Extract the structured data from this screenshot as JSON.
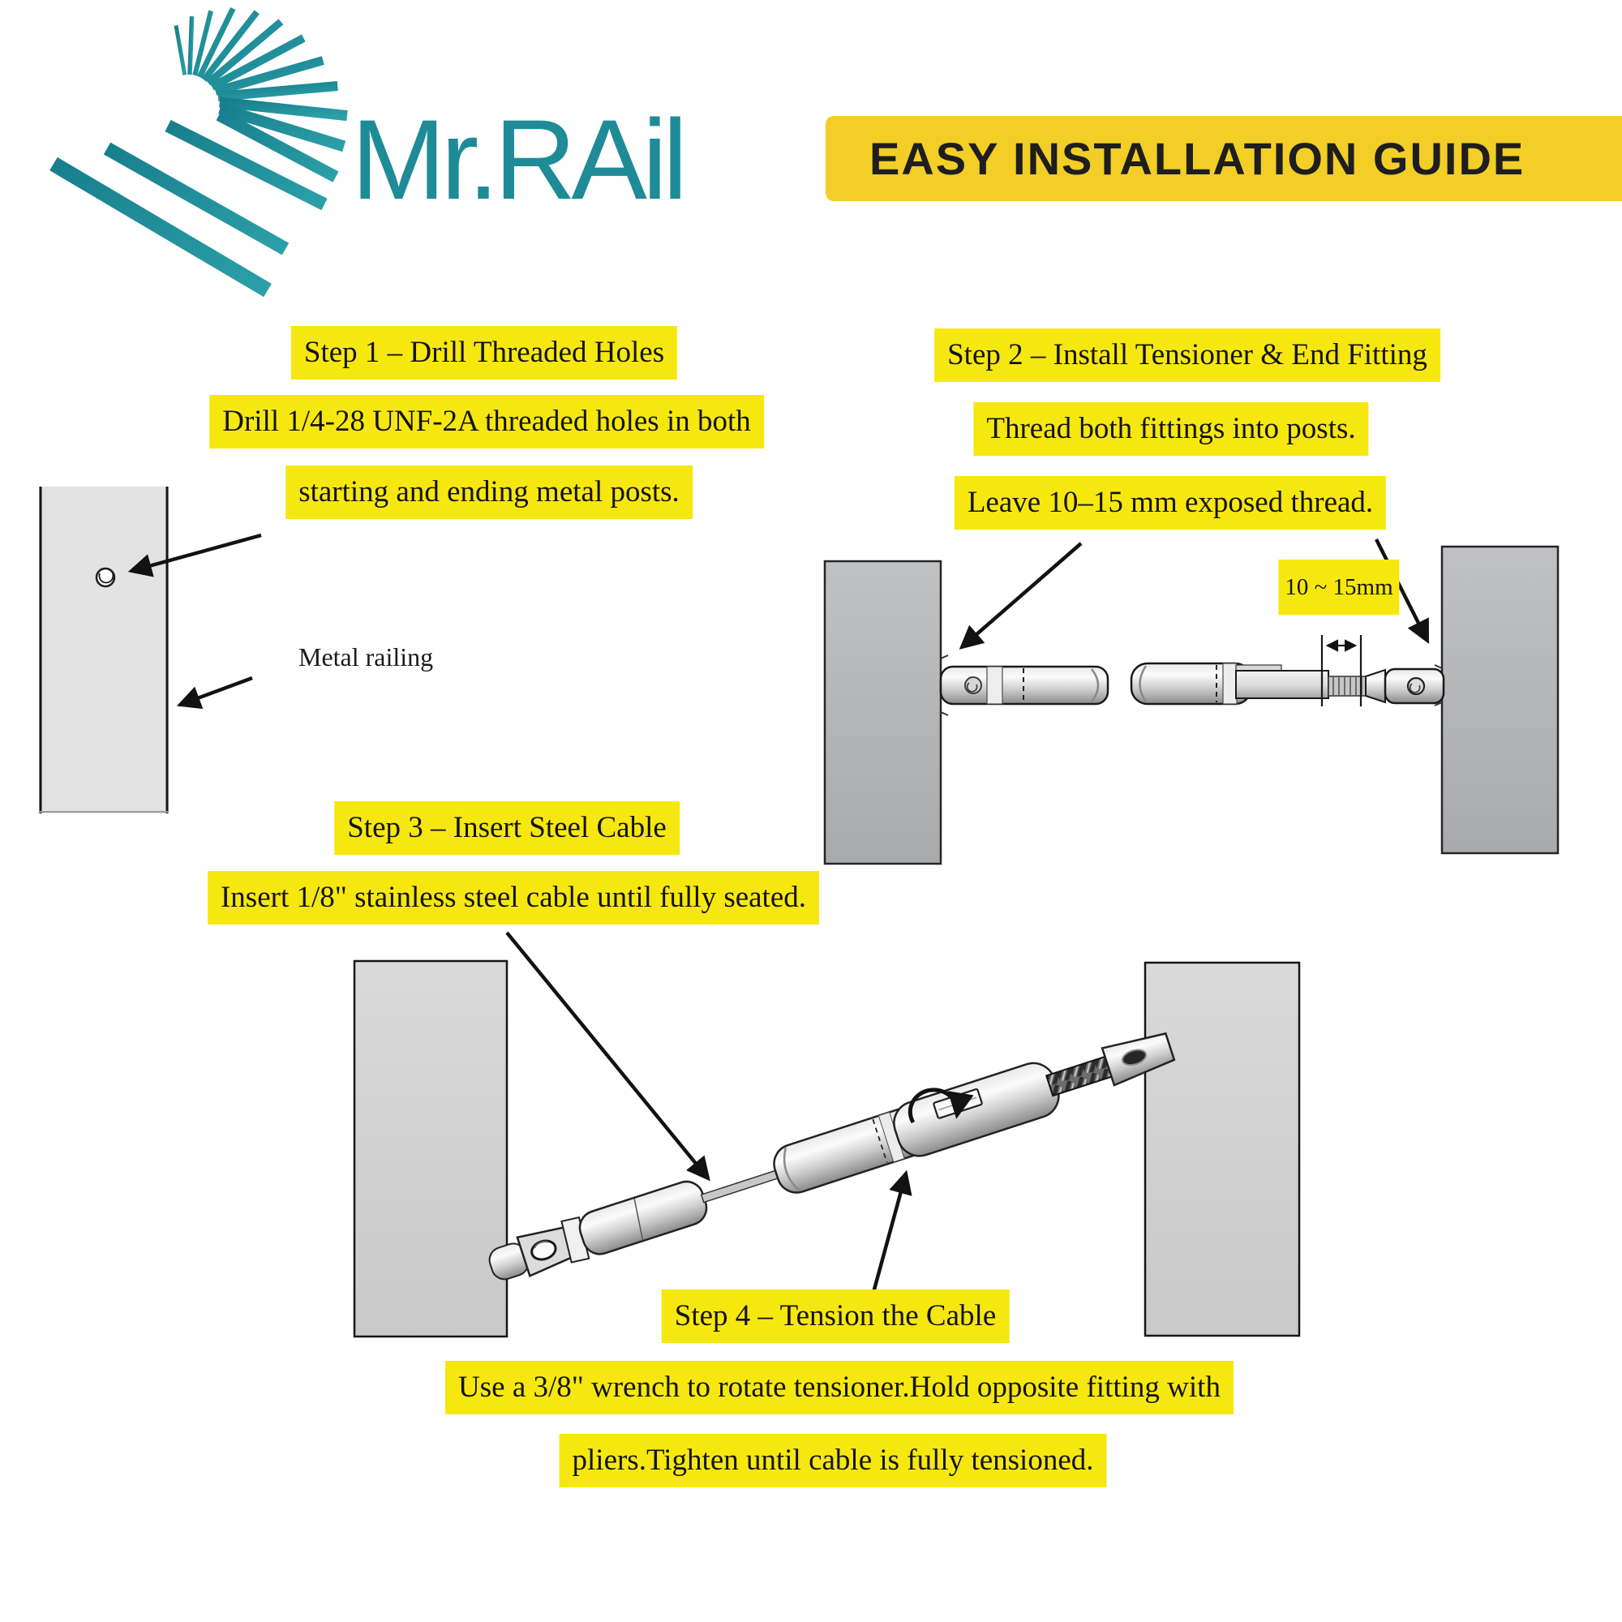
{
  "logo": {
    "wordmark": "Mr.RAil",
    "color": "#1E8B97"
  },
  "banner": {
    "text": "EASY INSTALLATION GUIDE",
    "bg": "#F2CE26",
    "text_color": "#1e1e1e"
  },
  "highlight_color": "#F6E80F",
  "step1": {
    "title": "Step 1 – Drill Threaded Holes",
    "line1": "Drill 1/4-28 UNF-2A threaded holes in both",
    "line2": "starting and ending metal posts.",
    "caption": "Metal railing"
  },
  "step2": {
    "title": "Step 2 – Install Tensioner & End Fitting",
    "line1": "Thread both fittings into posts.",
    "line2": "Leave 10–15 mm exposed thread.",
    "dimension_label": "10 ~ 15mm"
  },
  "step3": {
    "title": "Step 3 – Insert Steel Cable",
    "line1": "Insert 1/8\" stainless steel cable until fully seated."
  },
  "step4": {
    "title": "Step 4 – Tension the Cable",
    "line1": "Use a 3/8\" wrench to rotate tensioner.Hold opposite fitting with",
    "line2": "pliers.Tighten until cable is fully tensioned."
  }
}
